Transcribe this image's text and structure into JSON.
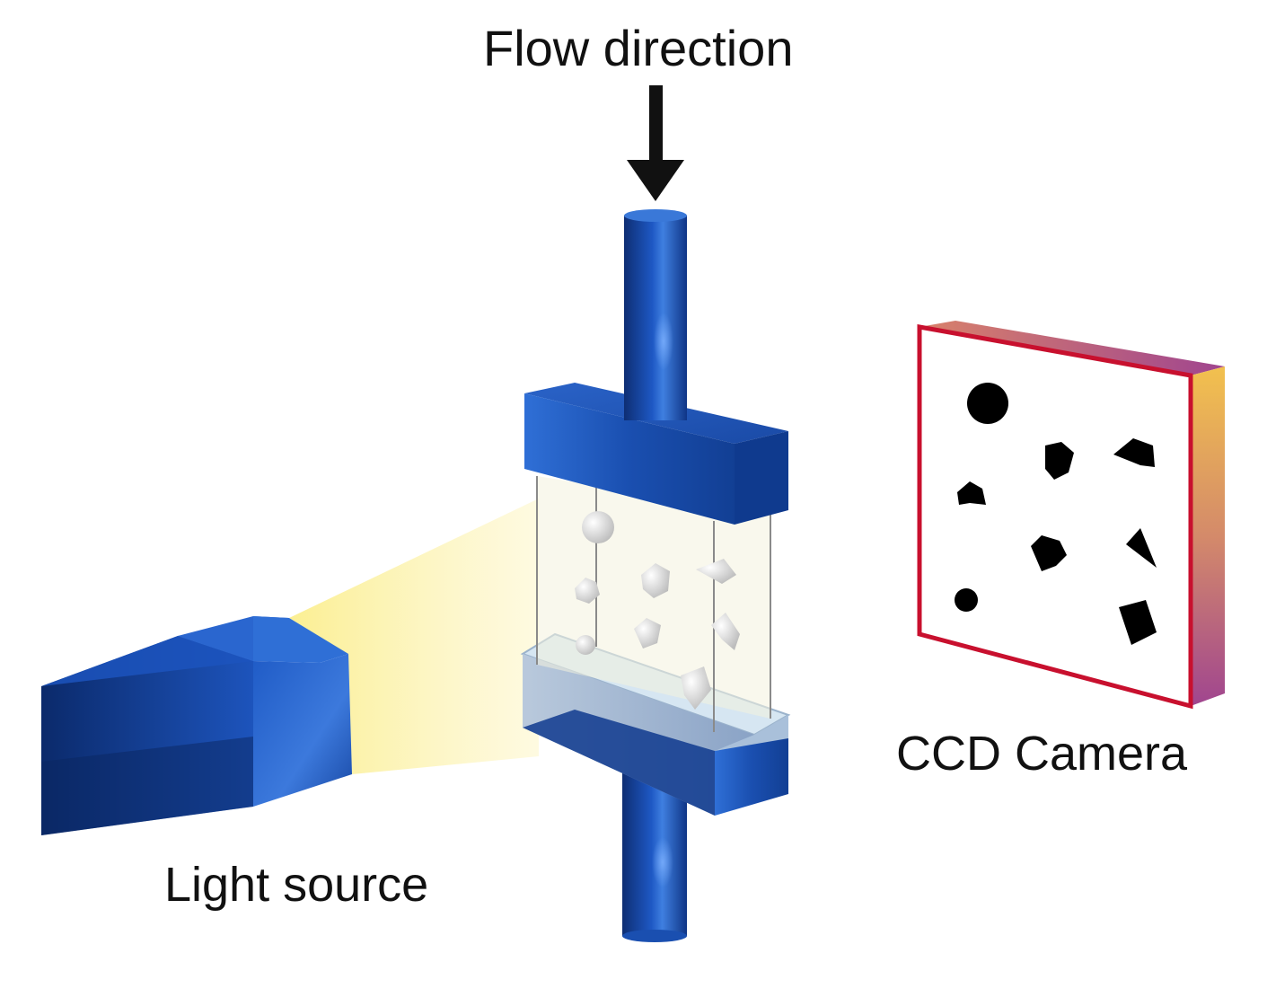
{
  "labels": {
    "flow_direction": "Flow direction",
    "light_source": "Light source",
    "ccd_camera": "CCD Camera"
  },
  "colors": {
    "apparatus_blue": "#1a4fb0",
    "apparatus_blue_dark": "#0e2e73",
    "apparatus_blue_light": "#4a86e0",
    "light_beam": "#fdf4b0",
    "camera_frame": "#c8102e",
    "camera_edge_gradient_top": "#f2c14e",
    "camera_edge_gradient_bottom": "#a0458f",
    "particle_gray": "#d9d9d9",
    "particle_shadow": "#000000"
  }
}
